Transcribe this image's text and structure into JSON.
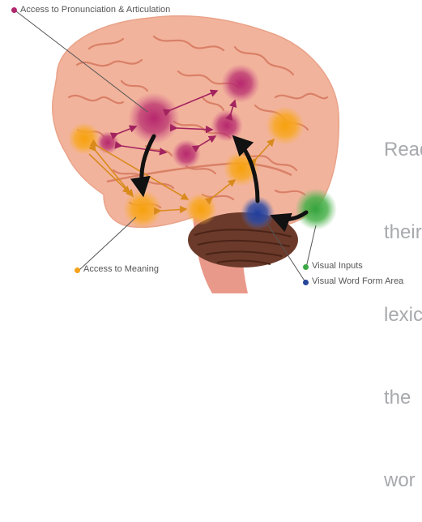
{
  "labels": {
    "pronunciation": "Access to Pronunciation & Articulation",
    "meaning": "Access to Meaning",
    "visual_inputs": "Visual Inputs",
    "visual_word_form": "Visual Word Form Area"
  },
  "side_text": [
    "Read",
    "their",
    "lexic",
    "the",
    "wor"
  ],
  "colors": {
    "pronunciation": "#b0276e",
    "meaning": "#f5a11a",
    "visual_inputs": "#3aa843",
    "visual_word_form": "#27459a",
    "brain": "#f1b39a",
    "cerebellum": "#6a3828"
  }
}
